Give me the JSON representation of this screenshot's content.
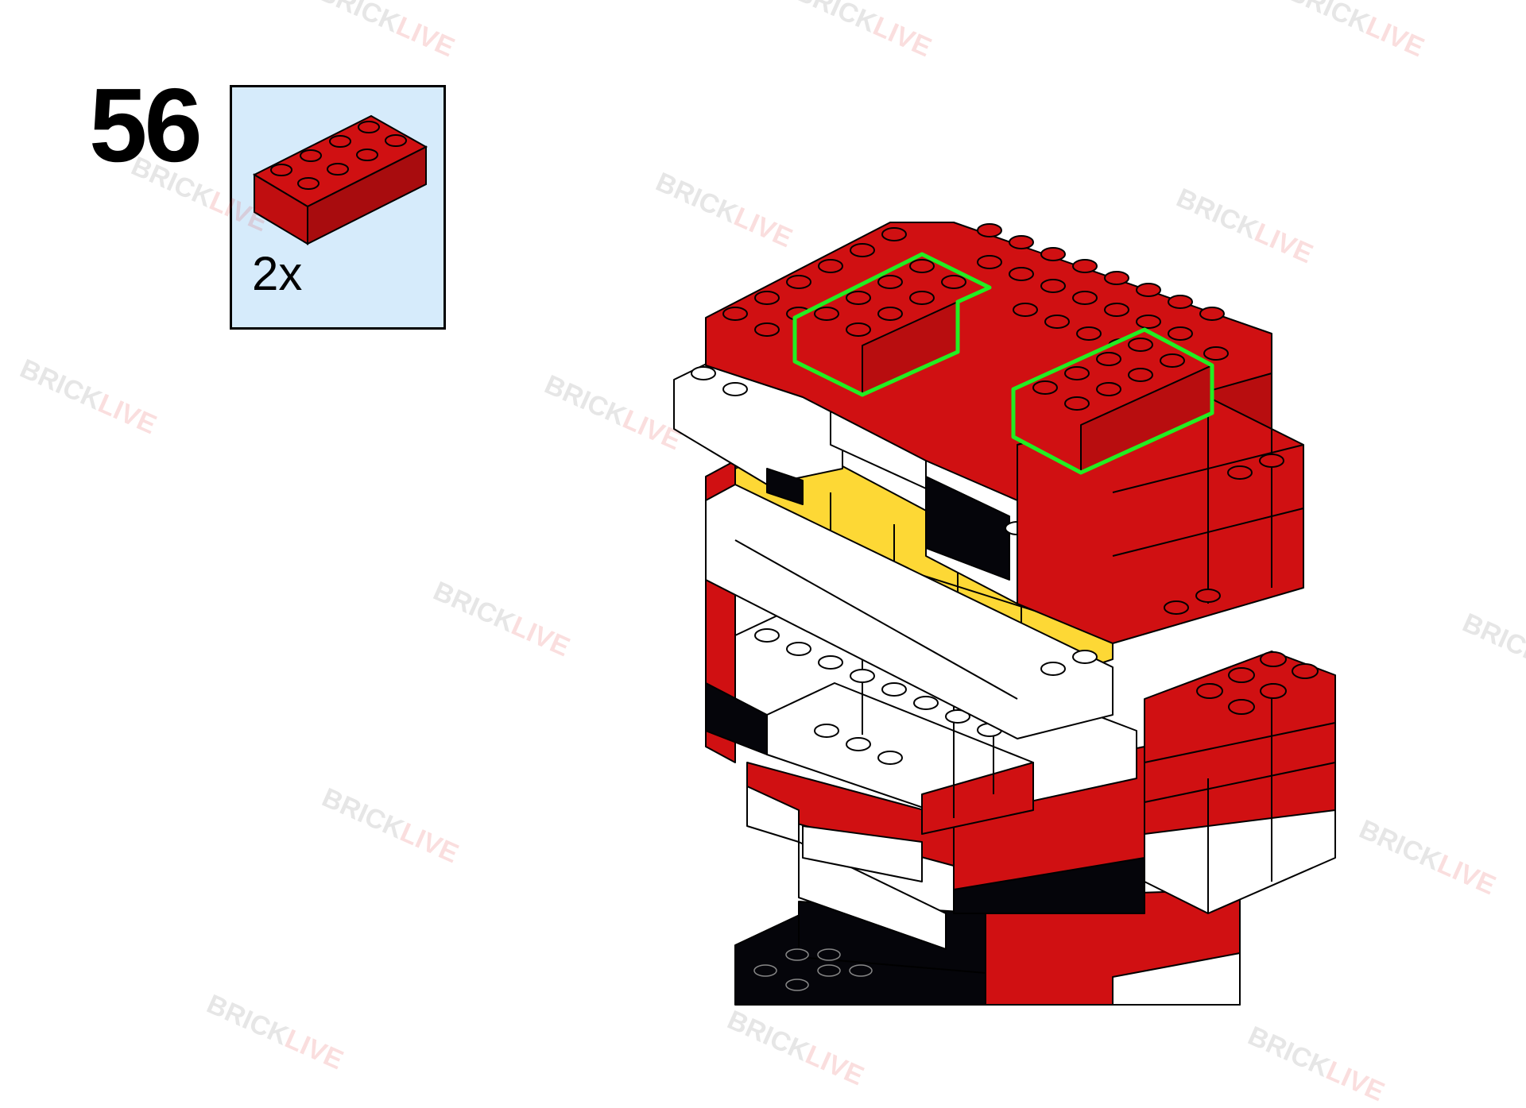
{
  "step": {
    "number": "56"
  },
  "parts": {
    "quantity": "2x",
    "piece_name": "red-brick-2x4"
  },
  "watermark": {
    "part1": "BRICK",
    "part2": "LIVE"
  },
  "colors": {
    "red": "#d01012",
    "red_side": "#b80d0f",
    "white": "#ffffff",
    "yellow": "#fdd835",
    "black": "#05050a",
    "highlight": "#22ee22",
    "parts_bg": "#d6ebfb"
  },
  "icons": {
    "brick": "red-brick-2x4-icon"
  }
}
